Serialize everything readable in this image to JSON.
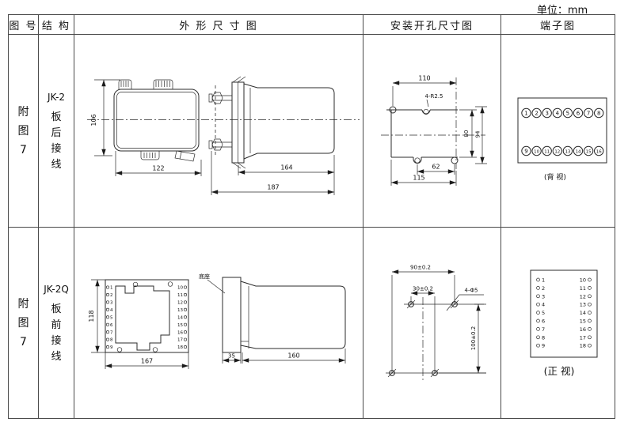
{
  "unit_label": "单位：mm",
  "headers": {
    "fig_no": "图 号",
    "structure": "结 构",
    "outline": "外 形 尺 寸 图",
    "mounting": "安装开孔尺寸图",
    "terminal": "端子图"
  },
  "row1": {
    "fig": [
      "附",
      "图",
      "7"
    ],
    "structure": [
      "JK-2",
      "板",
      "后",
      "接",
      "线"
    ],
    "outline": {
      "front_height": "106",
      "front_width": "122",
      "side_depth": "164",
      "side_total": "187"
    },
    "mounting": {
      "top_width": "110",
      "holes_note": "4-R2.5",
      "inner_height": "80",
      "outer_height": "94",
      "notch_width": "62",
      "bottom_width": "115"
    },
    "terminal": {
      "top": [
        "1",
        "2",
        "3",
        "4",
        "5",
        "6",
        "7",
        "8"
      ],
      "bottom": [
        "9",
        "10",
        "11",
        "12",
        "13",
        "14",
        "15",
        "16"
      ],
      "caption": "(背 视)"
    }
  },
  "row2": {
    "fig": [
      "附",
      "图",
      "7"
    ],
    "structure": [
      "JK-2Q",
      "板",
      "前",
      "接",
      "线"
    ],
    "outline": {
      "front_height": "118",
      "front_width": "167",
      "base_label": "底座",
      "base_depth": "35",
      "body_depth": "160",
      "left_terminals": [
        "1",
        "2",
        "3",
        "4",
        "5",
        "6",
        "7",
        "8",
        "9"
      ],
      "right_terminals": [
        "10",
        "11",
        "12",
        "13",
        "14",
        "15",
        "16",
        "17",
        "18"
      ]
    },
    "mounting": {
      "h_span": "90±0.2",
      "h_inner": "30±0.2",
      "holes_note": "4-Φ5",
      "v_span": "100±0.2"
    },
    "terminal": {
      "left": [
        "1",
        "2",
        "3",
        "4",
        "5",
        "6",
        "7",
        "8",
        "9"
      ],
      "right": [
        "10",
        "11",
        "12",
        "13",
        "14",
        "15",
        "16",
        "17",
        "18"
      ],
      "caption": "(正 视)"
    }
  }
}
